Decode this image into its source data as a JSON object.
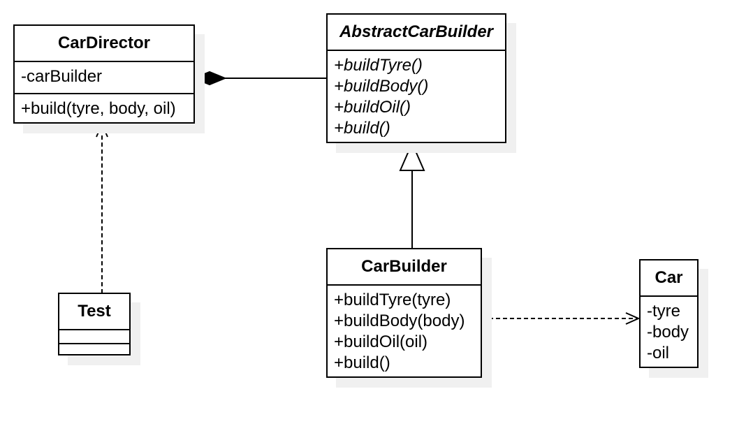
{
  "classes": {
    "car_director": {
      "name": "CarDirector",
      "attributes": [
        "-carBuilder"
      ],
      "methods": [
        "+build(tyre, body, oil)"
      ]
    },
    "abstract_car_builder": {
      "name": "AbstractCarBuilder",
      "abstract": true,
      "methods": [
        "+buildTyre()",
        "+buildBody()",
        "+buildOil()",
        "+build()"
      ]
    },
    "car_builder": {
      "name": "CarBuilder",
      "methods": [
        "+buildTyre(tyre)",
        "+buildBody(body)",
        "+buildOil(oil)",
        "+build()"
      ]
    },
    "test": {
      "name": "Test",
      "attributes": [],
      "methods": []
    },
    "car": {
      "name": "Car",
      "attributes": [
        "-tyre",
        "-body",
        "-oil"
      ]
    }
  },
  "relationships": [
    {
      "type": "composition",
      "whole": "CarDirector",
      "part": "AbstractCarBuilder"
    },
    {
      "type": "generalization",
      "child": "CarBuilder",
      "parent": "AbstractCarBuilder"
    },
    {
      "type": "dependency",
      "from": "Test",
      "to": "CarDirector"
    },
    {
      "type": "dependency",
      "from": "CarBuilder",
      "to": "Car"
    }
  ],
  "colors": {
    "line": "#000000",
    "shadow": "#f0f0f0",
    "background": "#ffffff"
  }
}
